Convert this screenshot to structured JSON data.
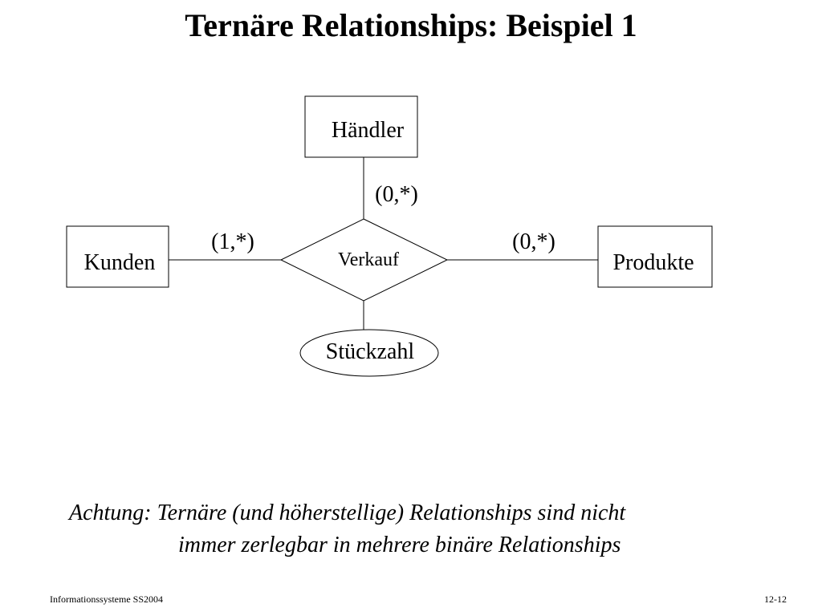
{
  "title": "Ternäre Relationships: Beispiel 1",
  "diagram": {
    "entities": {
      "haendler": "Händler",
      "kunden": "Kunden",
      "produkte": "Produkte"
    },
    "relationship": "Verkauf",
    "attribute": "Stückzahl",
    "cardinalities": {
      "haendler": "(0,*)",
      "kunden": "(1,*)",
      "produkte": "(0,*)"
    }
  },
  "note": {
    "line1": "Achtung: Ternäre (und höherstellige) Relationships sind nicht",
    "line2": "immer zerlegbar in mehrere binäre Relationships"
  },
  "footer": {
    "left": "Informationssysteme SS2004",
    "right": "12-12"
  }
}
